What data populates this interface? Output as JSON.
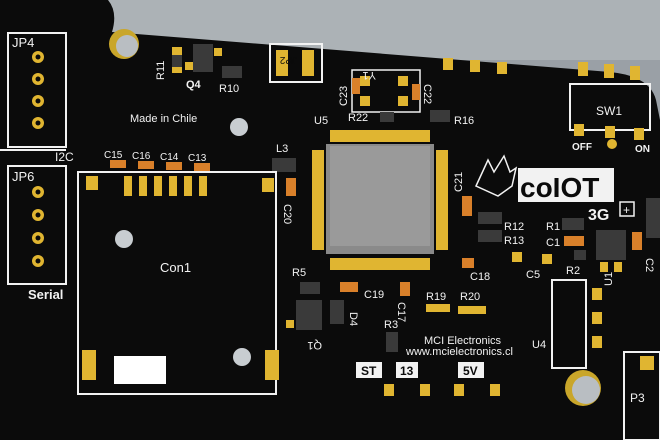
{
  "scene": {
    "kind": "3d-pcb-render",
    "colors": {
      "background": "#9aa0a6",
      "board": "#0b0b0b",
      "silkscreen": "#f2f2f2",
      "pad": "#e0b531",
      "chip": "#8a8a8a",
      "smd_dark": "#3a3a3a",
      "capacitor": "#d9802a"
    }
  },
  "labels": {
    "jp4": "JP4",
    "jp6": "JP6",
    "jp2": "JP2",
    "i2c": "I2C",
    "serial": "Serial",
    "made_in": "Made in Chile",
    "r11": "R11",
    "q4": "Q4",
    "r10": "R10",
    "y1": "Y1",
    "c23": "C23",
    "c22": "C22",
    "u5": "U5",
    "r22": "R22",
    "r16": "R16",
    "sw1": "SW1",
    "off": "OFF",
    "on": "ON",
    "c15": "C15",
    "c16": "C16",
    "c14": "C14",
    "c13": "C13",
    "l3": "L3",
    "c20": "C20",
    "c21": "C21",
    "logo": "coIOT",
    "gen": "3G",
    "r12": "R12",
    "r13": "R13",
    "r1": "R1",
    "c1": "C1",
    "con1": "Con1",
    "c18": "C18",
    "c5": "C5",
    "r2": "R2",
    "u1": "U1",
    "c2": "C2",
    "r5": "R5",
    "c19": "C19",
    "c17": "C17",
    "r19": "R19",
    "r20": "R20",
    "d4": "D4",
    "q1": "Q1",
    "r3": "R3",
    "company": "MCI Electronics",
    "url": "www.mcielectronics.cl",
    "u4": "U4",
    "st": "ST",
    "pin13": "13",
    "v5": "5V",
    "p3": "P3"
  }
}
